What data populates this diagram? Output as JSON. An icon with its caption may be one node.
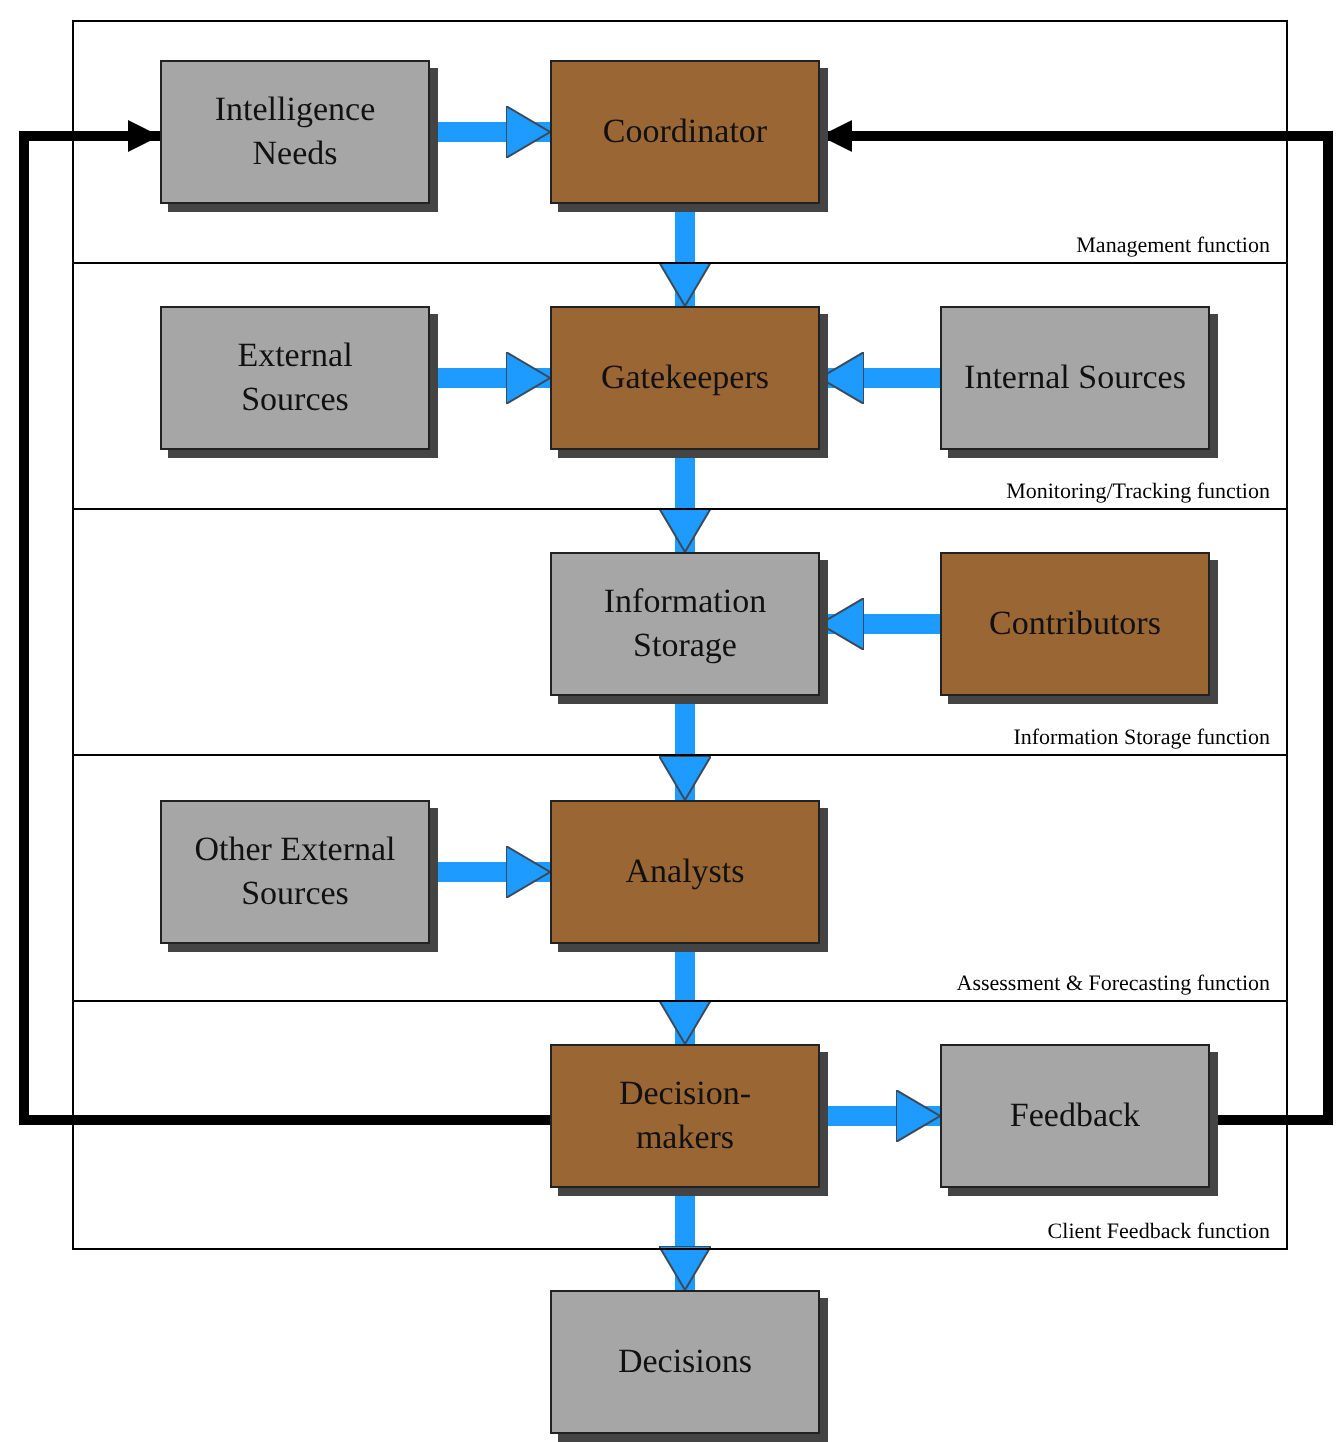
{
  "diagram": {
    "nodes": [
      {
        "text": [
          "Management function"
        ]
      },
      {
        "text": [
          "Intelligence Needs"
        ],
        "in": 0
      },
      {
        "text": [
          "Coordinator"
        ],
        "in": 0
      },
      {
        "text": [
          "Monitoring/Tracking function"
        ]
      },
      {
        "text": [
          "External Sources"
        ],
        "in": 3
      },
      {
        "text": [
          "Gatekeepers"
        ],
        "in": 3
      },
      {
        "text": [
          "Internal Sources"
        ],
        "in": 3
      },
      {
        "text": [
          "Information Storage function"
        ]
      },
      {
        "text": [
          "Information Storage"
        ],
        "in": 7
      },
      {
        "text": [
          "Contributors"
        ],
        "in": 7
      },
      {
        "text": [
          "Assessment & Forecasting function"
        ]
      },
      {
        "text": [
          "Other External Sources"
        ],
        "in": 10
      },
      {
        "text": [
          "Analysts"
        ],
        "in": 10
      },
      {
        "text": [
          "Client Feedback function"
        ]
      },
      {
        "text": [
          "Decision-makers"
        ],
        "in": 13
      },
      {
        "text": [
          "Feedback"
        ],
        "in": 13
      },
      {
        "text": [
          "Decisions"
        ]
      }
    ],
    "edges": [
      {
        "from": 1,
        "to": 2,
        "arrow": "to"
      },
      {
        "from": 2,
        "to": 5,
        "arrow": "to"
      },
      {
        "from": 4,
        "to": 5,
        "arrow": "to"
      },
      {
        "from": 6,
        "to": 5,
        "arrow": "to"
      },
      {
        "from": 5,
        "to": 8,
        "arrow": "to"
      },
      {
        "from": 9,
        "to": 8,
        "arrow": "to"
      },
      {
        "from": 8,
        "to": 12,
        "arrow": "to"
      },
      {
        "from": 11,
        "to": 12,
        "arrow": "to"
      },
      {
        "from": 12,
        "to": 14,
        "arrow": "to"
      },
      {
        "from": 14,
        "to": 15,
        "arrow": "to"
      },
      {
        "from": 14,
        "to": 16,
        "arrow": "to"
      },
      {
        "from": 14,
        "to": 1,
        "arrow": "to",
        "color": "#000000"
      },
      {
        "from": 15,
        "to": 2,
        "arrow": "to",
        "color": "#000000"
      }
    ]
  }
}
